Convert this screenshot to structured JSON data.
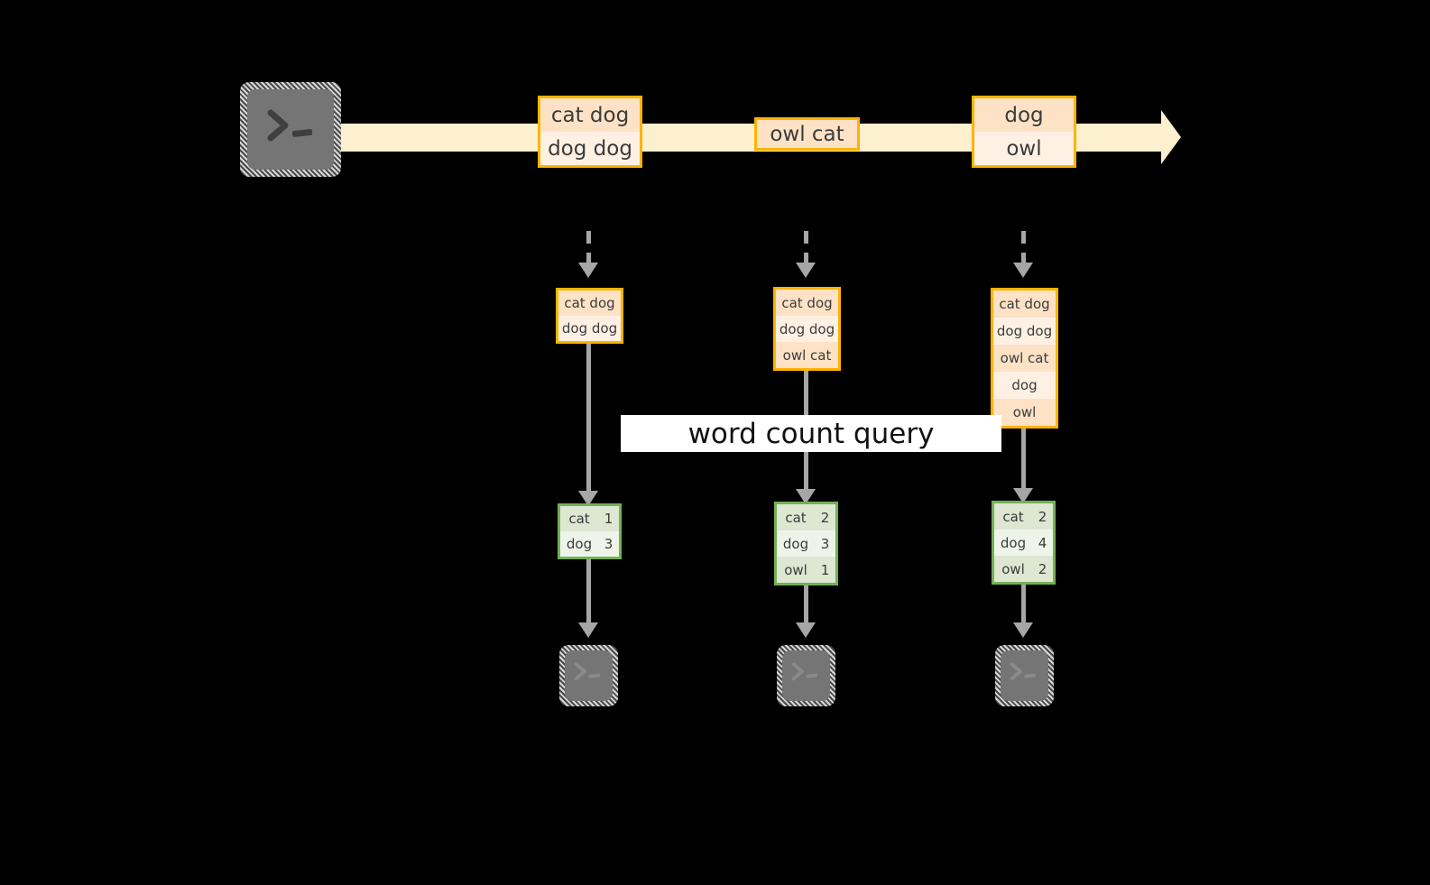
{
  "diagram": {
    "title_label": "word count query",
    "colors": {
      "background": "#000000",
      "stream_fill": "#FDF0CE",
      "record_border": "#FFB300",
      "record_cell_dark": "#FDE2C6",
      "record_cell_light": "#FEF1E4",
      "result_border": "#73B156",
      "result_cell_dark": "#DDE7D2",
      "result_cell_light": "#EFF4EB",
      "connector": "#A6A6A6",
      "terminal_face": "#757575",
      "label_background": "#FFFFFF",
      "text": "#3B3B3B"
    },
    "source": {
      "icon": "terminal-prompt-icon",
      "glyph": ">_"
    },
    "stream": {
      "direction": "left-to-right",
      "events": [
        {
          "id": "event-1",
          "lines": [
            "cat dog",
            "dog dog"
          ]
        },
        {
          "id": "event-2",
          "lines": [
            "owl cat"
          ]
        },
        {
          "id": "event-3",
          "lines": [
            "dog",
            "owl"
          ]
        }
      ]
    },
    "snapshots": [
      {
        "id": "snapshot-1",
        "table_name": "stream-table-1",
        "rows": [
          "cat dog",
          "dog dog"
        ],
        "result_name": "result-table-1",
        "results": [
          {
            "word": "cat",
            "count": "1"
          },
          {
            "word": "dog",
            "count": "3"
          }
        ],
        "sink": {
          "icon": "terminal-prompt-icon",
          "glyph": ">_"
        }
      },
      {
        "id": "snapshot-2",
        "table_name": "stream-table-2",
        "rows": [
          "cat dog",
          "dog dog",
          "owl cat"
        ],
        "result_name": "result-table-2",
        "results": [
          {
            "word": "cat",
            "count": "2"
          },
          {
            "word": "dog",
            "count": "3"
          },
          {
            "word": "owl",
            "count": "1"
          }
        ],
        "sink": {
          "icon": "terminal-prompt-icon",
          "glyph": ">_"
        }
      },
      {
        "id": "snapshot-3",
        "table_name": "stream-table-3",
        "rows": [
          "cat dog",
          "dog dog",
          "owl cat",
          "dog",
          "owl"
        ],
        "result_name": "result-table-3",
        "results": [
          {
            "word": "cat",
            "count": "2"
          },
          {
            "word": "dog",
            "count": "4"
          },
          {
            "word": "owl",
            "count": "2"
          }
        ],
        "sink": {
          "icon": "terminal-prompt-icon",
          "glyph": ">_"
        }
      }
    ]
  }
}
